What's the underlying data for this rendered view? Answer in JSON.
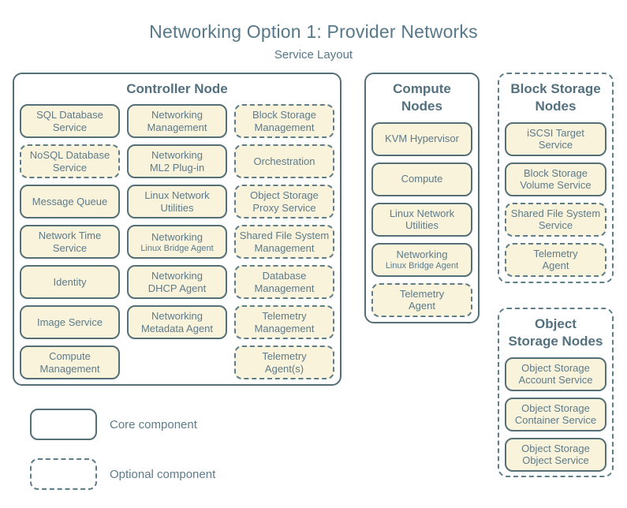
{
  "title": "Networking Option 1: Provider Networks",
  "subtitle": "Service Layout",
  "legend": {
    "core_label": "Core component",
    "optional_label": "Optional component"
  },
  "colors": {
    "background": "#ffffff",
    "box_fill": "#f9f3dc",
    "solid_border": "#546f76",
    "dashed_border": "#5e7d89",
    "box_text": "#5d7b89",
    "header_text": "#53707e",
    "title_text": "#567888"
  },
  "containers": [
    {
      "id": "controller-node",
      "title": "Controller Node",
      "optional": false,
      "columns": [
        [
          {
            "label": "SQL Database\nService",
            "optional": false
          },
          {
            "label": "NoSQL Database\nService",
            "optional": true
          },
          {
            "label": "Message Queue",
            "optional": false
          },
          {
            "label": "Network Time\nService",
            "optional": false
          },
          {
            "label": "Identity",
            "optional": false
          },
          {
            "label": "Image Service",
            "optional": false
          },
          {
            "label": "Compute\nManagement",
            "optional": false
          }
        ],
        [
          {
            "label": "Networking\nManagement",
            "optional": false
          },
          {
            "label": "Networking\nML2 Plug-in",
            "optional": false
          },
          {
            "label": "Linux Network\nUtilities",
            "optional": false
          },
          {
            "label": "Networking",
            "sub": "Linux Bridge Agent",
            "optional": false
          },
          {
            "label": "Networking\nDHCP Agent",
            "optional": false
          },
          {
            "label": "Networking\nMetadata Agent",
            "optional": false
          }
        ],
        [
          {
            "label": "Block Storage\nManagement",
            "optional": true
          },
          {
            "label": "Orchestration",
            "optional": true
          },
          {
            "label": "Object Storage\nProxy Service",
            "optional": true
          },
          {
            "label": "Shared File System\nManagement",
            "optional": true
          },
          {
            "label": "Database\nManagement",
            "optional": true
          },
          {
            "label": "Telemetry\nManagement",
            "optional": true
          },
          {
            "label": "Telemetry\nAgent(s)",
            "optional": true
          }
        ]
      ]
    },
    {
      "id": "compute-nodes",
      "title": "Compute\nNodes",
      "optional": false,
      "columns": [
        [
          {
            "label": "KVM Hypervisor",
            "optional": false
          },
          {
            "label": "Compute",
            "optional": false
          },
          {
            "label": "Linux Network\nUtilities",
            "optional": false
          },
          {
            "label": "Networking",
            "sub": "Linux Bridge Agent",
            "optional": false
          },
          {
            "label": "Telemetry\nAgent",
            "optional": true
          }
        ]
      ]
    },
    {
      "id": "block-storage-nodes",
      "title": "Block Storage\nNodes",
      "optional": true,
      "columns": [
        [
          {
            "label": "iSCSI Target\nService",
            "optional": false
          },
          {
            "label": "Block Storage\nVolume Service",
            "optional": false
          },
          {
            "label": "Shared File System\nService",
            "optional": true
          },
          {
            "label": "Telemetry\nAgent",
            "optional": true
          }
        ]
      ]
    },
    {
      "id": "object-storage-nodes",
      "title": "Object\nStorage Nodes",
      "optional": true,
      "columns": [
        [
          {
            "label": "Object Storage\nAccount Service",
            "optional": false
          },
          {
            "label": "Object Storage\nContainer Service",
            "optional": false
          },
          {
            "label": "Object Storage\nObject Service",
            "optional": false
          }
        ]
      ]
    }
  ]
}
